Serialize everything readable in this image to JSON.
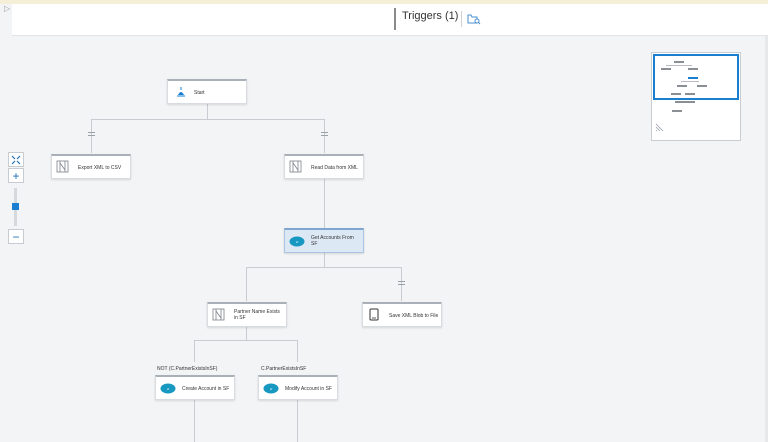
{
  "header": {
    "triggers_label": "Triggers (1)"
  },
  "nodes": {
    "start": "Start",
    "export_xml": "Export XML to CSV",
    "read_xml": "Read Data from XML",
    "get_accounts": "Get Accounts From SF",
    "partner_exists": "Partner Name Exists in SF",
    "save_blob": "Save XML Blob to File",
    "create_account": "Create Account in SF",
    "modify_account": "Modify Account in SF"
  },
  "conditions": {
    "not_exists": "NOT (C.PartnerExistsInSF)",
    "exists": "C.PartnerExistsInSF"
  },
  "zoom": {
    "in_label": "+",
    "out_label": "−",
    "level": 0.55
  },
  "colors": {
    "accent": "#1a7fd1",
    "salesforce": "#1798c1",
    "selected_node": "#dde8f5"
  },
  "icons": [
    "collapse-arrow-icon",
    "folder-search-icon",
    "fit-to-screen-icon",
    "start-icon",
    "xml-transform-icon",
    "salesforce-icon",
    "phone-file-icon",
    "resize-grip-icon"
  ]
}
